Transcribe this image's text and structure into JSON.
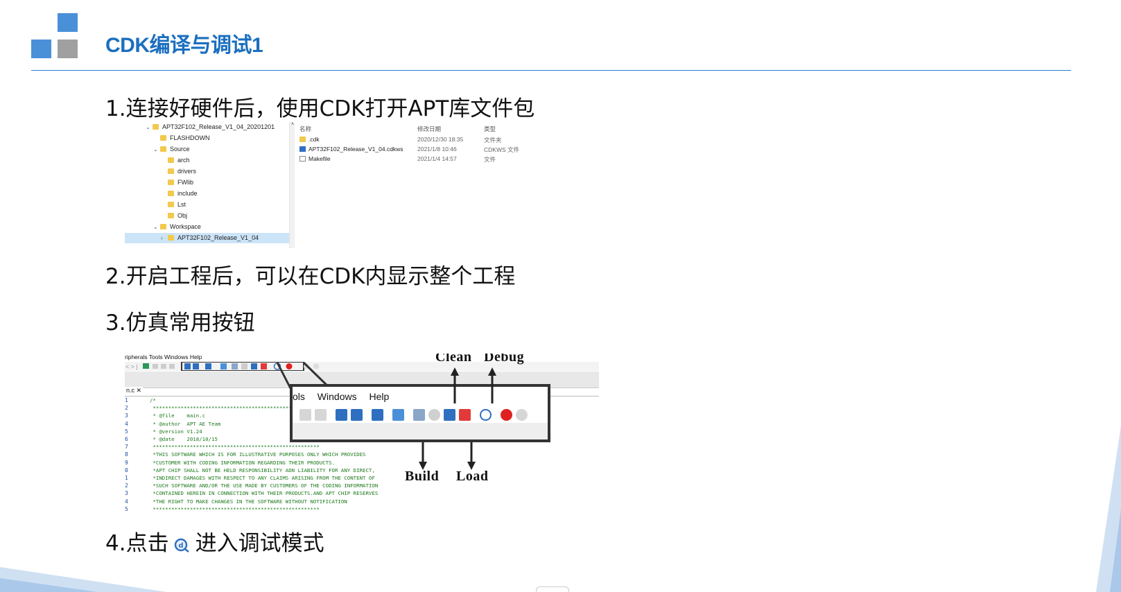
{
  "header": {
    "title": "CDK编译与调试1"
  },
  "steps": {
    "s1": "1.连接好硬件后，使用CDK打开APT库文件包",
    "s2": "2.开启工程后，可以在CDK内显示整个工程",
    "s3": "3.仿真常用按钮",
    "s4_prefix": "4.点击",
    "s4_suffix": "进入调试模式"
  },
  "explorer": {
    "tree": [
      {
        "label": "APT32F102_Release_V1_04_20201201",
        "chevron": "⌄",
        "indent": 0,
        "selected": false
      },
      {
        "label": "FLASHDOWN",
        "chevron": "",
        "indent": 1,
        "selected": false
      },
      {
        "label": "Source",
        "chevron": "⌄",
        "indent": 1,
        "selected": false
      },
      {
        "label": "arch",
        "chevron": "",
        "indent": 2,
        "selected": false
      },
      {
        "label": "drivers",
        "chevron": "",
        "indent": 2,
        "selected": false
      },
      {
        "label": "FWlib",
        "chevron": "",
        "indent": 2,
        "selected": false
      },
      {
        "label": "include",
        "chevron": "",
        "indent": 2,
        "selected": false
      },
      {
        "label": "Lst",
        "chevron": "",
        "indent": 2,
        "selected": false
      },
      {
        "label": "Obj",
        "chevron": "",
        "indent": 2,
        "selected": false
      },
      {
        "label": "Workspace",
        "chevron": "⌄",
        "indent": 1,
        "selected": false
      },
      {
        "label": "APT32F102_Release_V1_04",
        "chevron": "›",
        "indent": 2,
        "selected": true
      }
    ],
    "columns": {
      "name": "名称",
      "date": "修改日期",
      "type": "类型"
    },
    "files": [
      {
        "name": ".cdk",
        "date": "2020/12/30 18:35",
        "type": "文件夹",
        "icon": "folder-icon"
      },
      {
        "name": "APT32F102_Release_V1_04.cdkws",
        "date": "2021/1/8 10:46",
        "type": "CDKWS 文件",
        "icon": "cdkws-file-icon"
      },
      {
        "name": "Makefile",
        "date": "2021/1/4 14:57",
        "type": "文件",
        "icon": "blank-file-icon"
      }
    ]
  },
  "ide": {
    "menu": "ripherals  Tools  Windows  Help",
    "tab": "n.c  ✕",
    "gutter": [
      "1",
      "2",
      "3",
      "4",
      "5",
      "6",
      "7",
      "8",
      "9",
      "0",
      "1",
      "2",
      "3",
      "4",
      "5"
    ],
    "code": [
      "/*",
      " ******************************************************",
      " * @file    main.c",
      " * @author  APT AE Team",
      " * @version V1.24",
      " * @date    2018/10/15",
      " ******************************************************",
      " *THIS SOFTWARE WHICH IS FOR ILLUSTRATIVE PURPOSES ONLY WHICH PROVIDES",
      " *CUSTOMER WITH CODING INFORMATION REGARDING THEIR PRODUCTS.",
      " *APT CHIP SHALL NOT BE HELD RESPONSIBILITY ADN LIABILITY FOR ANY DIRECT,",
      " *INDIRECT DAMAGES WITH RESPECT TO ANY CLAIMS ARISING FROM THE CONTENT OF",
      " *SUCH SOFTWARE AND/OR THE USE MADE BY CUSTOMERS OF THE CODING INFORMATION",
      " *CONTAINED HEREIN IN CONNECTION WITH THEIR PRODUCTS.AND APT CHIP RESERVES",
      " *THE RIGHT TO MAKE CHANGES IN THE SOFTWARE WITHOUT NOTIFICATION",
      " ******************************************************"
    ],
    "callout_menu": [
      "ols",
      "Windows",
      "Help"
    ],
    "labels": {
      "clean": "Clean",
      "debug": "Debug",
      "build": "Build",
      "load": "Load"
    }
  },
  "colors": {
    "accent": "#1b6fbf",
    "rule": "#2a7fd0",
    "logo_blue": "#4a90d9",
    "logo_gray": "#a0a0a0"
  }
}
